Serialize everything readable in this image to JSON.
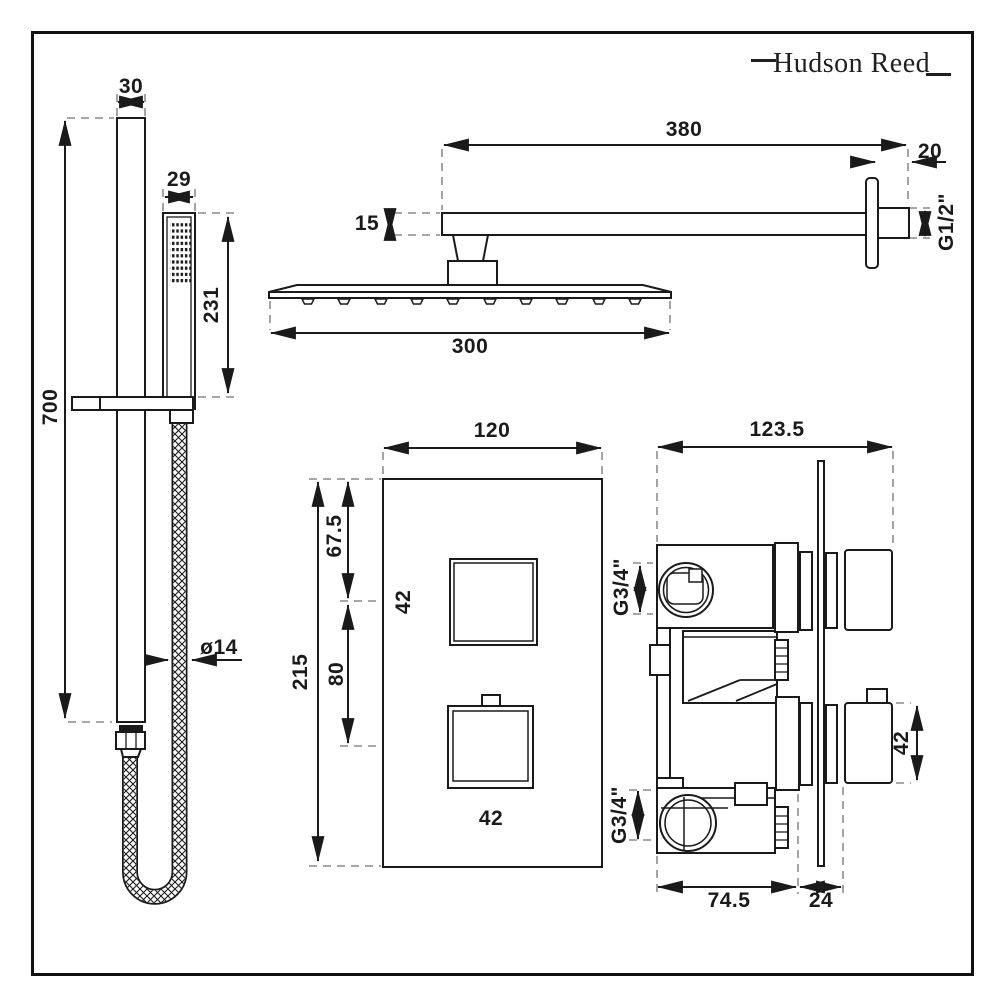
{
  "brand": {
    "name": "Hudson Reed"
  },
  "slide_rail": {
    "rail_width": "30",
    "handset_width": "29",
    "handset_length": "231",
    "rail_length": "700",
    "hose_diameter": "ø14"
  },
  "shower_head": {
    "arm_length": "380",
    "wall_offset": "20",
    "arm_thickness": "15",
    "connection_thread": "G1/2\"",
    "head_width": "300"
  },
  "valve_front": {
    "plate_width": "120",
    "plate_height": "215",
    "top_to_upper_handle": "67.5",
    "handle_spacing": "80",
    "upper_handle_size": "42",
    "lower_handle_size": "42"
  },
  "valve_side": {
    "total_depth": "123.5",
    "upper_inlet_thread": "G3/4\"",
    "lower_inlet_thread": "G3/4\"",
    "handle_size": "42",
    "body_depth": "74.5",
    "plate_to_handle": "24"
  }
}
